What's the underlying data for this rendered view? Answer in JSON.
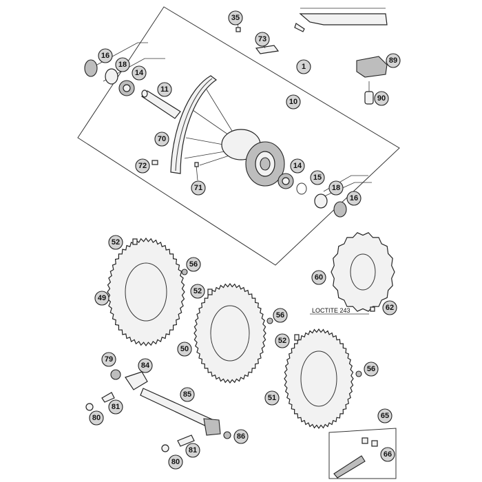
{
  "callouts": [
    {
      "id": "c1",
      "label": "1"
    },
    {
      "id": "c10",
      "label": "10"
    },
    {
      "id": "c11",
      "label": "11"
    },
    {
      "id": "c14a",
      "label": "14"
    },
    {
      "id": "c14b",
      "label": "14"
    },
    {
      "id": "c15",
      "label": "15"
    },
    {
      "id": "c16a",
      "label": "16"
    },
    {
      "id": "c16b",
      "label": "16"
    },
    {
      "id": "c18a",
      "label": "18"
    },
    {
      "id": "c18b",
      "label": "18"
    },
    {
      "id": "c35",
      "label": "35"
    },
    {
      "id": "c49",
      "label": "49"
    },
    {
      "id": "c50",
      "label": "50"
    },
    {
      "id": "c51",
      "label": "51"
    },
    {
      "id": "c52a",
      "label": "52"
    },
    {
      "id": "c52b",
      "label": "52"
    },
    {
      "id": "c52c",
      "label": "52"
    },
    {
      "id": "c56a",
      "label": "56"
    },
    {
      "id": "c56b",
      "label": "56"
    },
    {
      "id": "c56c",
      "label": "56"
    },
    {
      "id": "c60",
      "label": "60"
    },
    {
      "id": "c62",
      "label": "62"
    },
    {
      "id": "c65",
      "label": "65"
    },
    {
      "id": "c66",
      "label": "66"
    },
    {
      "id": "c70",
      "label": "70"
    },
    {
      "id": "c71",
      "label": "71"
    },
    {
      "id": "c72",
      "label": "72"
    },
    {
      "id": "c73",
      "label": "73"
    },
    {
      "id": "c79",
      "label": "79"
    },
    {
      "id": "c80a",
      "label": "80"
    },
    {
      "id": "c80b",
      "label": "80"
    },
    {
      "id": "c81a",
      "label": "81"
    },
    {
      "id": "c81b",
      "label": "81"
    },
    {
      "id": "c84",
      "label": "84"
    },
    {
      "id": "c85",
      "label": "85"
    },
    {
      "id": "c86",
      "label": "86"
    },
    {
      "id": "c89",
      "label": "89"
    },
    {
      "id": "c90",
      "label": "90"
    }
  ],
  "notes": {
    "loctite": "LOCTITE 243"
  }
}
